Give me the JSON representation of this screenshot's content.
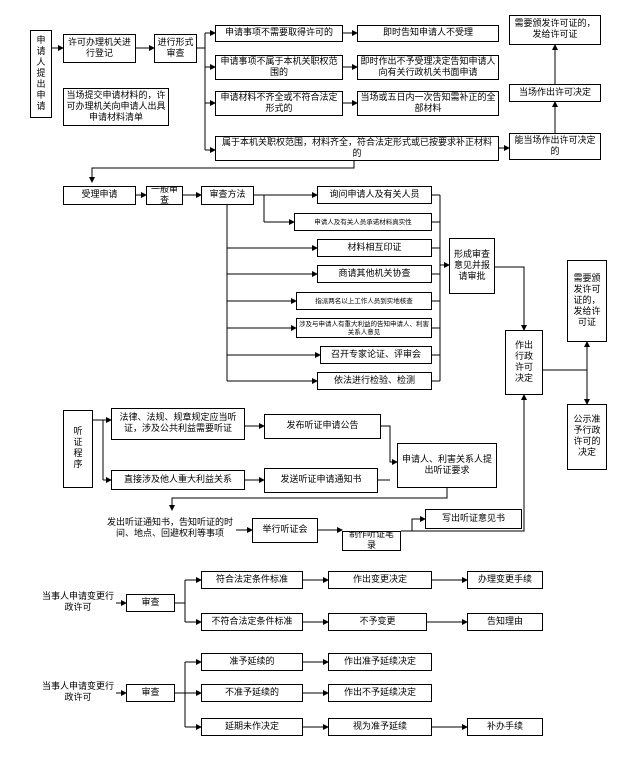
{
  "s1": {
    "apply": "申请人提出申请",
    "register": "许可办理机关进行登记",
    "onsite": "当场提交申请材料的，许可办理机关向申请人出具申请材料清单",
    "formal": "进行形式审查",
    "c1": "申请事项不需要取得许可的",
    "r1": "即时告知申请人不受理",
    "c2": "申请事项不属于本机关职权范围的",
    "r2": "即时作出不予受理决定告知申请人向有关行政机关书面申请",
    "c3": "申请材料不齐全或不符合法定形式的",
    "r3": "当场或五日内一次告知需补正的全部材料",
    "c4": "属于本机关职权范围，材料齐全，符合法定形式或已按要求补正材料的",
    "can": "能当场作出许可决定的",
    "decide": "当场作出许可决定",
    "cert": "需要颁发许可证的，发给许可证"
  },
  "s2": {
    "accept": "受理申请",
    "general": "一般审查",
    "method": "审查方法",
    "m": [
      "询问申请人及有关人员",
      "申请人及有关人员承诺材料真实性",
      "材料相互印证",
      "商请其他机关协查",
      "指派两名以上工作人员到实地核查",
      "涉及与申请人有重大利益的告知申请人、利害关系人意见",
      "召开专家论证、评审会",
      "依法进行检验、检测"
    ],
    "opinion": "形成审查意见并报请审批",
    "decision": "作出行政许可决定",
    "cert": "需要颁发许可证的，发给许可证",
    "publish": "公示准予行政许可的决定"
  },
  "s3": {
    "hearing": "听证程序",
    "h1": "法律、法规、规章规定应当听证，涉及公共利益需要听证",
    "h2": "直接涉及他人重大利益关系",
    "pub": "发布听证申请公告",
    "notice": "发送听证申请通知书",
    "req": "申请人、利害关系人提出听证要求",
    "inform": "发出听证通知书，告知听证的时间、地点、回避权利等事项",
    "hold": "举行听证会",
    "record": "制作听证笔录",
    "write": "写出听证意见书"
  },
  "s4": {
    "change": "当事人申请变更行政许可",
    "review": "审查",
    "ok": "符合法定条件标准",
    "okd": "作出变更决定",
    "done": "办理变更手续",
    "no": "不符合法定条件标准",
    "nod": "不予变更",
    "tell": "告知理由"
  },
  "s5": {
    "extend": "当事人申请变更行政许可",
    "review": "审查",
    "e1": "准予延续的",
    "e1d": "作出准予延续决定",
    "e2": "不准予延续的",
    "e2d": "作出不予延续决定",
    "e3": "延期未作决定",
    "e3d": "视为准予延续",
    "e3x": "补办手续"
  }
}
